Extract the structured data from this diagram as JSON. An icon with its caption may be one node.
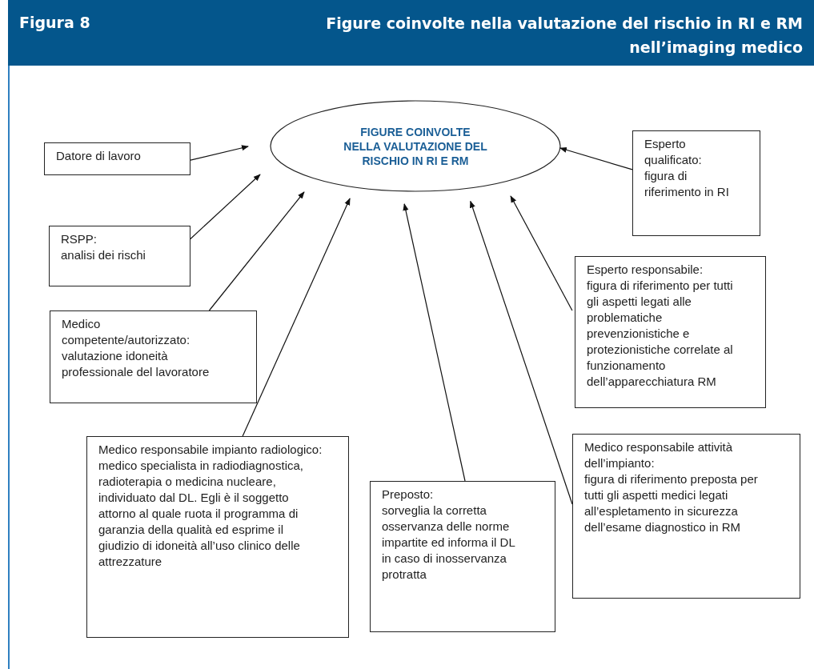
{
  "diagram": {
    "title": "Figure coinvolte nella valutazione del rischio in RI e RM nell’imaging medico",
    "nodes": [
      {
        "text": [
          "FIGURE COINVOLTE NELLA VALUTAZIONE DEL RISCHIO IN RI E RM"
        ]
      },
      {
        "text": [
          "Datore di lavoro"
        ]
      },
      {
        "text": [
          "RSPP:",
          "analisi dei rischi"
        ]
      },
      {
        "text": [
          "Medico competente/autorizzato:",
          "valutazione idoneità professionale del lavoratore"
        ]
      },
      {
        "text": [
          "Medico responsabile impianto radiologico:",
          "medico specialista in radiodiagnostica, radioterapia o medicina nucleare, individuato dal DL. Egli è il soggetto attorno al quale ruota il programma di garanzia della qualità ed esprime il giudizio di idoneità all’uso clinico delle attrezzature"
        ]
      },
      {
        "text": [
          "Preposto:",
          "sorveglia la corretta osservanza delle norme impartite ed informa il DL in caso di inosservanza protratta"
        ]
      },
      {
        "text": [
          "Medico responsabile attività dell’impianto:",
          "figura di riferimento preposta per tutti gli aspetti medici legati all’espletamento in sicurezza dell’esame diagnostico in RM"
        ]
      },
      {
        "text": [
          "Esperto qualificato:",
          "figura di riferimento in RI"
        ]
      },
      {
        "text": [
          "Esperto responsabile:",
          "figura di riferimento per tutti gli aspetti legati alle problematiche prevenzionistiche e protezionistiche correlate al funzionamento dell’apparecchiatura RM"
        ]
      }
    ],
    "edges": [
      {
        "from": 1,
        "to": 0,
        "arrow": "to"
      },
      {
        "from": 2,
        "to": 0,
        "arrow": "to"
      },
      {
        "from": 3,
        "to": 0,
        "arrow": "to"
      },
      {
        "from": 4,
        "to": 0,
        "arrow": "to"
      },
      {
        "from": 5,
        "to": 0,
        "arrow": "to"
      },
      {
        "from": 6,
        "to": 0,
        "arrow": "to"
      },
      {
        "from": 8,
        "to": 0,
        "arrow": "to"
      },
      {
        "from": 7,
        "to": 0,
        "arrow": "to"
      }
    ],
    "labels": [
      "Figura 8"
    ]
  }
}
